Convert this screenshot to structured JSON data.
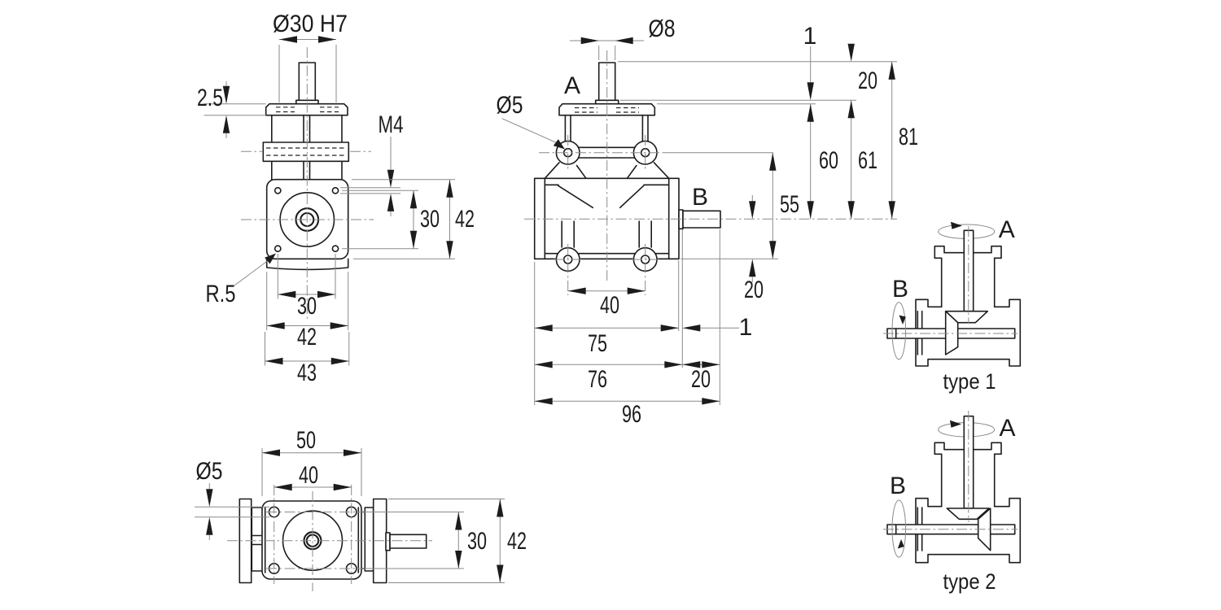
{
  "colors": {
    "background": "#ffffff",
    "outline": "#1c1c1c",
    "dim_line": "#8a8a8a"
  },
  "views": {
    "side": {
      "dims": {
        "bore": "Ø30 H7",
        "flange_thickness": "2.5",
        "thread": "M4",
        "hole_offset": "30",
        "body_height": "42",
        "corner_radius": "R.5",
        "hole_span": "30",
        "body_width": "42",
        "overall_width": "43"
      }
    },
    "front": {
      "labels": {
        "shaft_a": "A",
        "shaft_b": "B"
      },
      "dims": {
        "shaft_dia": "Ø8",
        "boss_hole_dia": "Ø5",
        "collar_height": "1",
        "shaft_protrusion": "20",
        "overall_height": "81",
        "flange_to_axis": "60",
        "collar_to_axis": "61",
        "boss_to_base": "55",
        "axis_to_base": "20",
        "boss_span": "40",
        "body_width": "75",
        "step_width": "1",
        "body_with_step": "76",
        "shaft_length": "20",
        "overall_width": "96"
      }
    },
    "top": {
      "dims": {
        "flange_width": "50",
        "hole_span": "40",
        "hole_dia": "Ø5",
        "hole_offset": "30",
        "body_height": "42"
      }
    },
    "type1": {
      "label": "type 1",
      "shaft_a": "A",
      "shaft_b": "B"
    },
    "type2": {
      "label": "type 2",
      "shaft_a": "A",
      "shaft_b": "B"
    }
  }
}
